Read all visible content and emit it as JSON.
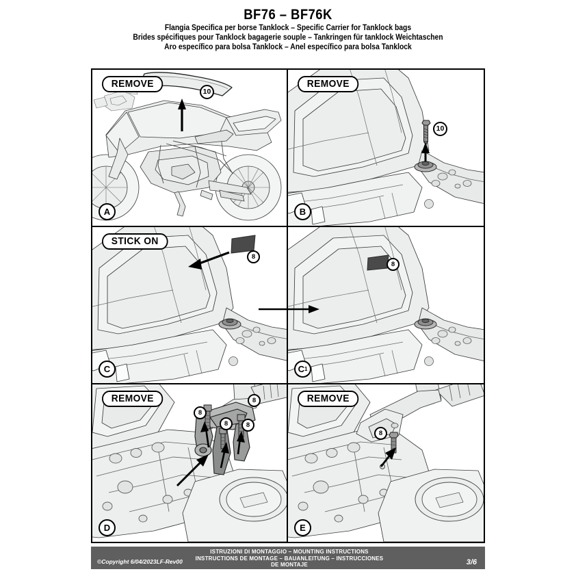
{
  "document": {
    "title": "BF76 – BF76K",
    "subtitles": [
      "Flangia Specifica per borse Tanklock – Specific Carrier for Tanklock bags",
      "Brides spécifiques pour Tanklock bagagerie souple – Tankringen für tanklock Weichtaschen",
      "Aro específico para bolsa Tanklock – Anel específico para bolsa Tanklock"
    ]
  },
  "panels": [
    {
      "id": "A",
      "id_sub": "",
      "action": "REMOVE",
      "callouts": [
        "10"
      ],
      "subject": "motorcycle-side-view-with-seat-removal"
    },
    {
      "id": "B",
      "id_sub": "",
      "action": "REMOVE",
      "callouts": [
        "10"
      ],
      "subject": "tank-rear-bolt-removal"
    },
    {
      "id": "C",
      "id_sub": "",
      "action": "STICK ON",
      "callouts": [
        "8"
      ],
      "subject": "tank-adhesive-pad-application"
    },
    {
      "id": "C",
      "id_sub": "1",
      "action": "",
      "callouts": [
        "8"
      ],
      "subject": "tank-adhesive-pad-applied"
    },
    {
      "id": "D",
      "id_sub": "",
      "action": "REMOVE",
      "callouts": [
        "8",
        "8",
        "8",
        "8"
      ],
      "subject": "handlebar-clamp-bolts-removal"
    },
    {
      "id": "E",
      "id_sub": "",
      "action": "REMOVE",
      "callouts": [
        "8"
      ],
      "subject": "front-bolt-removal"
    }
  ],
  "footer": {
    "copyright": "©Copyright 6/04/2023LF-Rev00",
    "instructions_lines": [
      "ISTRUZIONI DI MONTAGGIO  –  MOUNTING INSTRUCTIONS",
      "INSTRUCTIONS DE MONTAGE – BAUANLEITUNG – INSTRUCCIONES",
      "DE MONTAJE"
    ],
    "page": "3/6"
  },
  "colors": {
    "footer_bar": "#5f5f5f",
    "line": "#000000",
    "part_fill": "#6b6b6b",
    "body_fill": "#eceeee"
  }
}
